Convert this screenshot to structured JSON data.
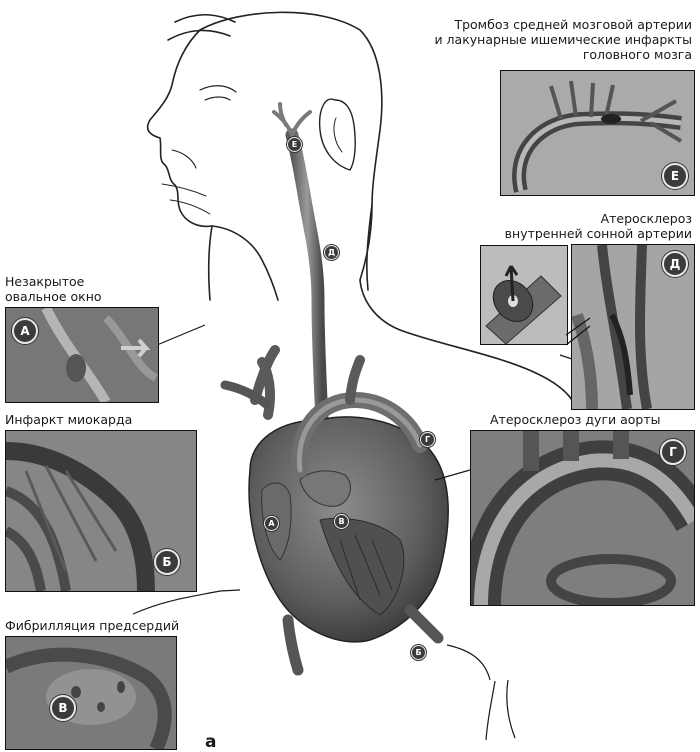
{
  "captions": {
    "mca": [
      "Тромбоз средней мозговой артерии",
      "и лакунарные ишемические инфаркты",
      "головного мозга"
    ],
    "ica": [
      "Атеросклероз",
      "внутренней сонной артерии"
    ],
    "pfo": [
      "Незакрытое",
      "овальное окно"
    ],
    "mi": "Инфаркт миокарда",
    "aortic_arch": "Атеросклероз дуги аорты",
    "af": "Фибрилляция предсердий"
  },
  "panel_letters": {
    "mca": "Е",
    "ica": "Д",
    "pfo": "А",
    "mi": "Б",
    "aortic_arch": "Г",
    "af": "В"
  },
  "figure_letters": {
    "head": "Е",
    "neck": "Д",
    "atrium": "А",
    "valve": "В",
    "arch": "Г",
    "apex": "Б"
  },
  "figure_label": "а"
}
